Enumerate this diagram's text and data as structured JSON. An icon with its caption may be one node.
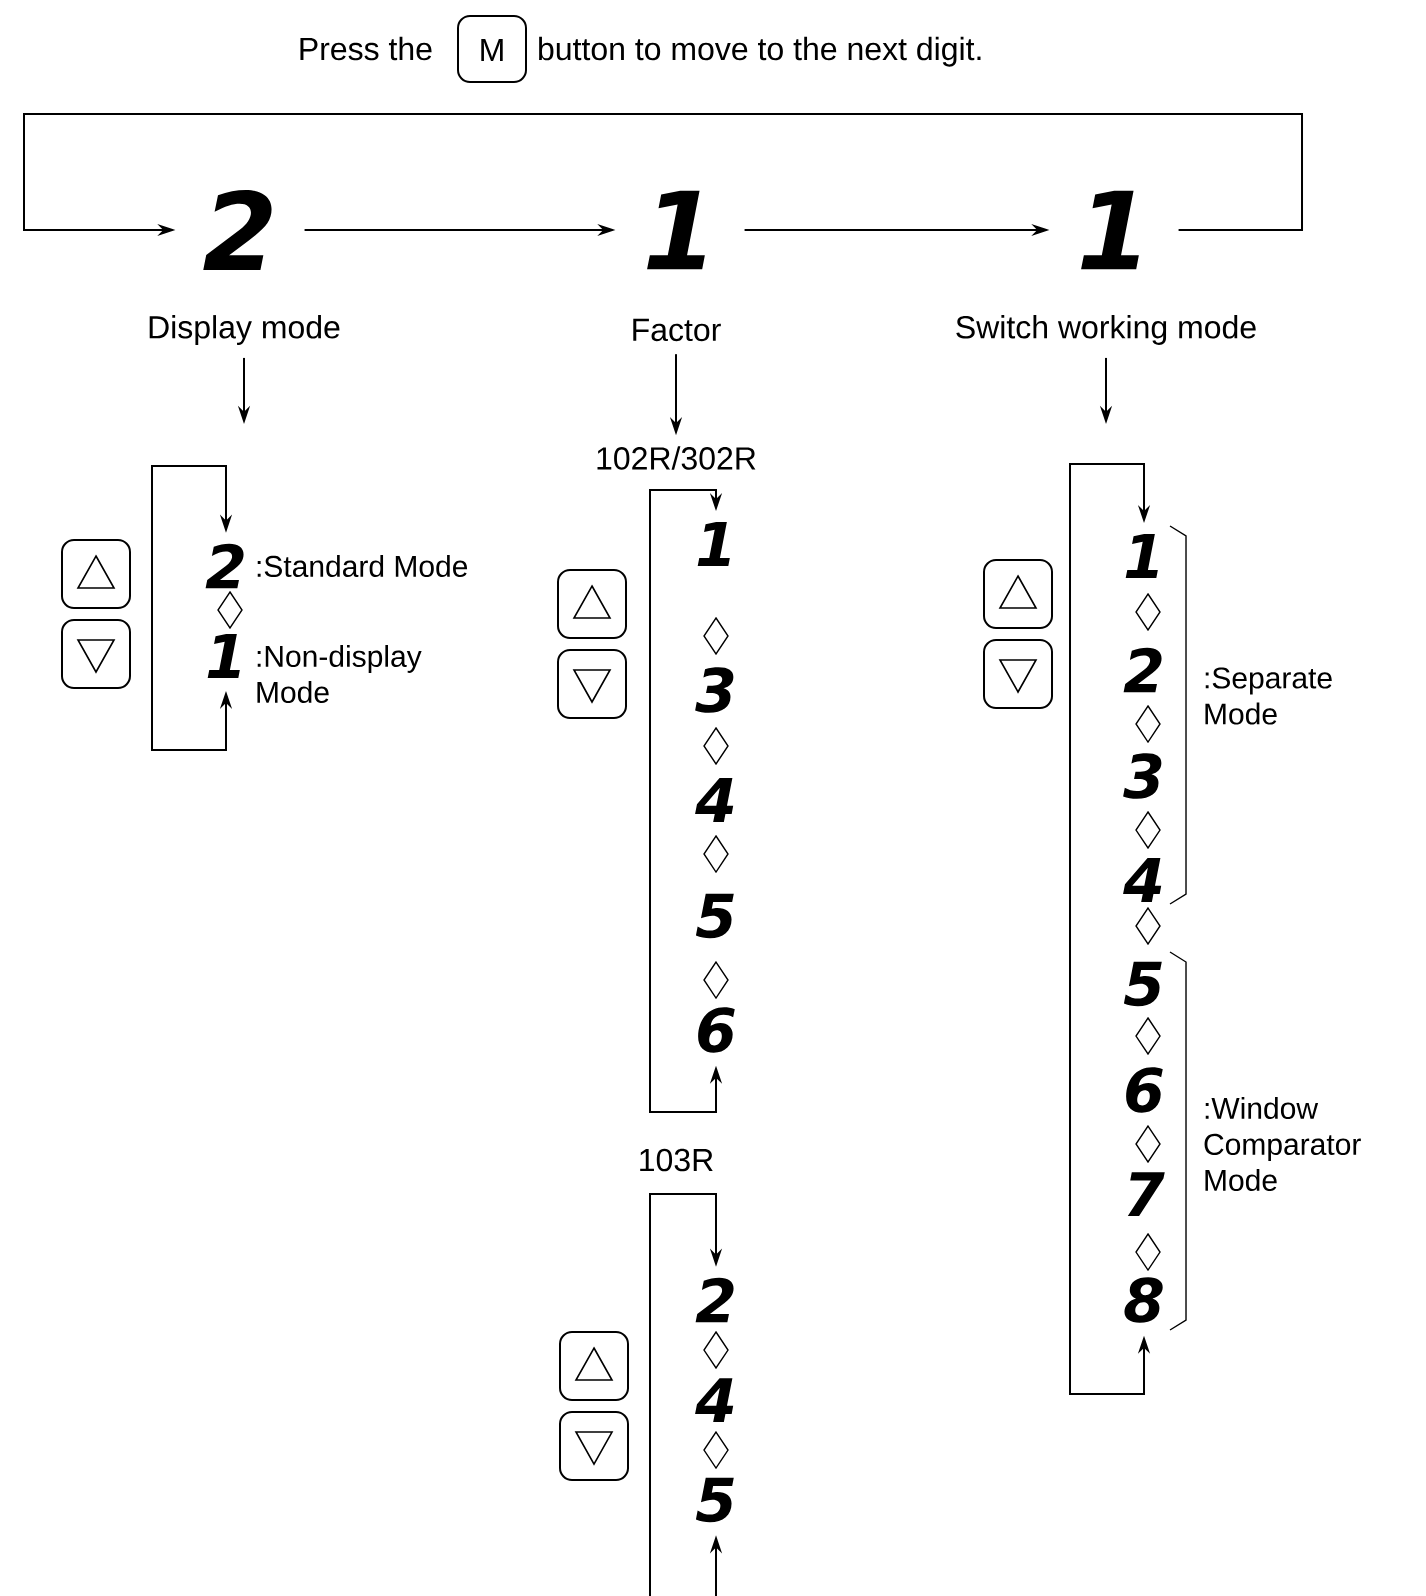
{
  "diagram": {
    "nodes": [
      {
        "text": [
          "2"
        ]
      },
      {
        "text": [
          "1"
        ]
      },
      {
        "text": [
          "1"
        ]
      },
      {
        "text": [
          "Display mode"
        ]
      },
      {
        "text": [
          "Factor"
        ]
      },
      {
        "text": [
          "Switch working mode"
        ]
      },
      {
        "text": [
          "102R/302R"
        ]
      },
      {
        "text": [
          "2"
        ],
        "beside": [
          ":Standard Mode"
        ]
      },
      {
        "text": [
          "1"
        ],
        "beside": [
          ":Non-display Mode"
        ]
      },
      {
        "text": [
          "1"
        ]
      },
      {
        "text": [
          "3"
        ]
      },
      {
        "text": [
          "4"
        ]
      },
      {
        "text": [
          "5"
        ]
      },
      {
        "text": [
          "6"
        ]
      },
      {
        "text": [
          "1"
        ]
      },
      {
        "text": [
          "2"
        ]
      },
      {
        "text": [
          "3"
        ]
      },
      {
        "text": [
          "4"
        ]
      },
      {
        "text": [
          "5"
        ]
      },
      {
        "text": [
          "6"
        ]
      },
      {
        "text": [
          "7"
        ]
      },
      {
        "text": [
          "8"
        ]
      },
      {
        "text": [
          "2"
        ]
      },
      {
        "text": [
          "4"
        ]
      },
      {
        "text": [
          "5"
        ]
      }
    ],
    "edges": [
      {
        "from": 0,
        "to": 1,
        "arrow": "to"
      },
      {
        "from": 1,
        "to": 2,
        "arrow": "to"
      },
      {
        "from": 2,
        "to": 0,
        "arrow": "to"
      },
      {
        "from": 3,
        "to": null,
        "arrow": "to"
      },
      {
        "from": 4,
        "to": 6,
        "arrow": "to"
      },
      {
        "from": 5,
        "to": null,
        "arrow": "to"
      },
      {
        "from": 7,
        "to": 8,
        "arrow": "both"
      },
      {
        "from": 9,
        "to": 13,
        "arrow": "both"
      },
      {
        "from": 14,
        "to": 21,
        "arrow": "both"
      },
      {
        "from": null,
        "to": 22,
        "arrow": "to"
      },
      {
        "from": null,
        "to": 24,
        "arrow": "to"
      }
    ],
    "labels": [
      "Press the",
      "M",
      "button to move to the next digit.",
      ":Separate Mode",
      ":Window Comparator Mode",
      "103R"
    ]
  }
}
